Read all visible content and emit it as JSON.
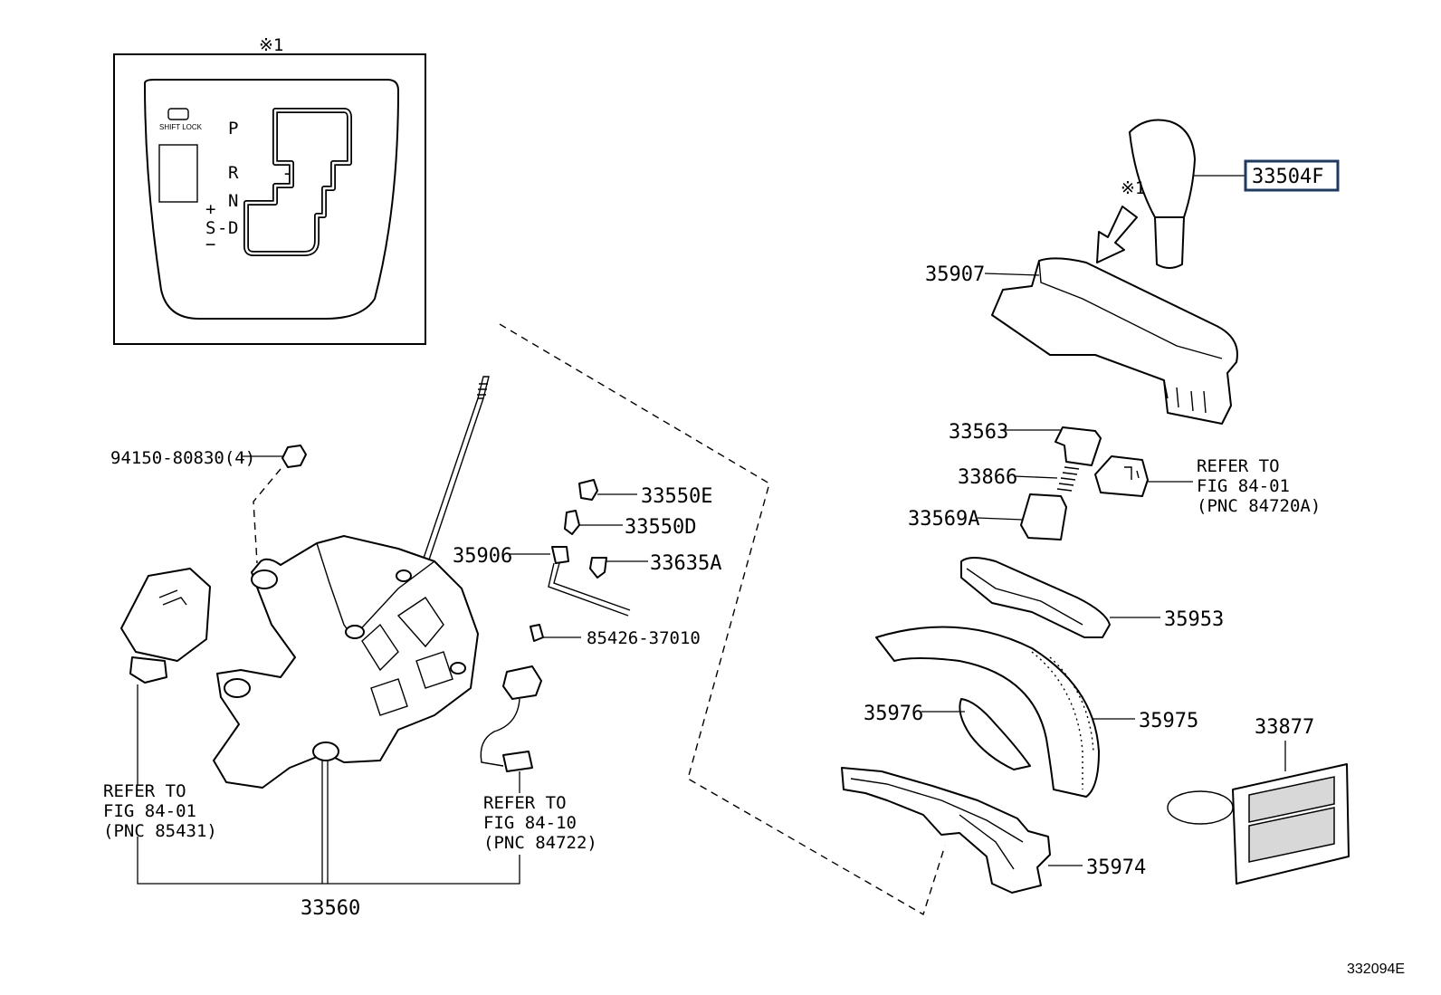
{
  "inset": {
    "marker": "※1",
    "shift_lock_label": "SHIFT LOCK",
    "gate_letters": [
      "P",
      "R",
      "N",
      "D"
    ],
    "manual_letters": [
      "+",
      "S",
      "-",
      "−"
    ],
    "gate_minus": "−"
  },
  "arrow_marker": "※1",
  "parts": [
    {
      "id": "p33504F",
      "number": "33504F",
      "highlighted": true
    },
    {
      "id": "p35907",
      "number": "35907"
    },
    {
      "id": "p33563",
      "number": "33563"
    },
    {
      "id": "p33866",
      "number": "33866"
    },
    {
      "id": "p33569A",
      "number": "33569A"
    },
    {
      "id": "p35953",
      "number": "35953"
    },
    {
      "id": "p35976",
      "number": "35976"
    },
    {
      "id": "p35975",
      "number": "35975"
    },
    {
      "id": "p33877",
      "number": "33877"
    },
    {
      "id": "p35974",
      "number": "35974"
    },
    {
      "id": "p33550E",
      "number": "33550E"
    },
    {
      "id": "p33550D",
      "number": "33550D"
    },
    {
      "id": "p35906",
      "number": "35906"
    },
    {
      "id": "p33635A",
      "number": "33635A"
    },
    {
      "id": "p85426",
      "number": "85426-37010"
    },
    {
      "id": "p94150",
      "number": "94150-80830(4)"
    },
    {
      "id": "p33560",
      "number": "33560"
    }
  ],
  "references": [
    {
      "id": "ref1",
      "lines": [
        "REFER TO",
        "FIG 84-01",
        "(PNC 84720A)"
      ]
    },
    {
      "id": "ref2",
      "lines": [
        "REFER TO",
        "FIG 84-01",
        "(PNC 85431)"
      ]
    },
    {
      "id": "ref3",
      "lines": [
        "REFER TO",
        "FIG 84-10",
        "(PNC 84722)"
      ]
    }
  ],
  "illustration_code": "332094E",
  "colors": {
    "line": "#000000",
    "background": "#ffffff",
    "highlight_box": "#1f3a5f"
  }
}
